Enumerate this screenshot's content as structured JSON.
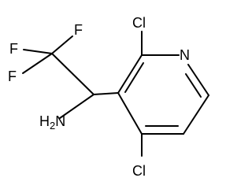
{
  "molecule": {
    "atoms": {
      "F_top": "F",
      "F_left": "F",
      "F_mid": "F",
      "N_ring": "N",
      "Cl_2": "Cl",
      "Cl_4": "Cl",
      "amine_H": "H",
      "amine_sub": "2",
      "amine_N": "N"
    }
  },
  "colors": {
    "ink": "#000000",
    "background": "#ffffff"
  }
}
